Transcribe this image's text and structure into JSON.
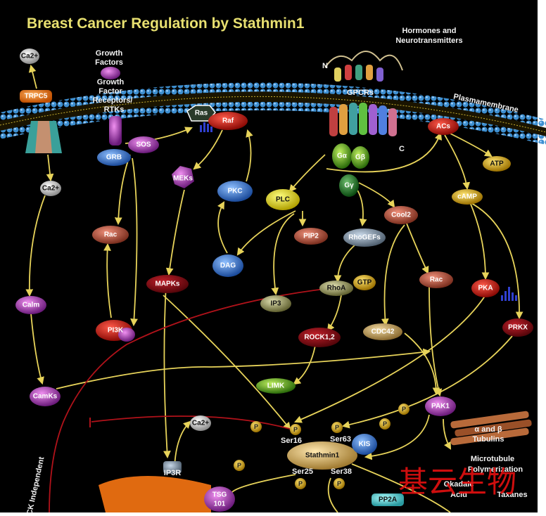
{
  "title": "Breast Cancer Regulation by Stathmin1",
  "labels": {
    "hormones": "Hormones and",
    "neurotransmitters": "Neurotransmitters",
    "growth_factors_1": "Growth",
    "growth_factors_2": "Factors",
    "gfr_1": "Growth",
    "gfr_2": "Factor",
    "gfr_3": "Receptors/",
    "gfr_4": "RTKs",
    "plasmamembrane": "Plasmamembrane",
    "gpcrs": "GPCRs",
    "n_term": "N",
    "c_term": "C",
    "rock_independent": "ROCK Independent",
    "tubulins_1": "α and β",
    "tubulins_2": "Tubulins",
    "microtubule_1": "Microtubule",
    "microtubule_2": "Polymerization",
    "okadaic_1": "Okadaic",
    "okadaic_2": "Acid",
    "taxanes": "Taxanes",
    "watermark": "基云生物"
  },
  "nodes": {
    "ca_top": "Ca2+",
    "trpc5": "TRPC5",
    "sos": "SOS",
    "grb": "GRB",
    "ras": "Ras",
    "raf": "Raf",
    "ca_mid": "Ca2+",
    "meks": "MEKs",
    "pkc": "PKC",
    "plc": "PLC",
    "g_alpha": "Gα",
    "g_beta": "Gβ",
    "g_gamma": "Gγ",
    "acs": "ACs",
    "atp": "ATP",
    "camp": "cAMP",
    "cool2": "Cool2",
    "rac_left": "Rac",
    "pip2": "PIP2",
    "rhogefs": "RhoGEFs",
    "dag": "DAG",
    "mapks": "MAPKs",
    "rhoa": "RhoA",
    "gtp": "GTP",
    "rac_right": "Rac",
    "pka": "PKA",
    "ip3": "IP3",
    "calm": "Calm",
    "pi3k": "PI3K",
    "rock": "ROCK1,2",
    "cdc42": "CDC42",
    "prkx": "PRKX",
    "limk": "LIMK",
    "camks": "CamKs",
    "pak1": "PAK1",
    "ca_low": "Ca2+",
    "p": "P",
    "ser16": "Ser16",
    "ser63": "Ser63",
    "kis": "KIS",
    "stathmin1": "Stathmin1",
    "ser25": "Ser25",
    "ser38": "Ser38",
    "ip3r": "IP3R",
    "tsg_1": "TSG",
    "tsg_2": "101",
    "pp2a": "PP2A"
  },
  "colors": {
    "background": "#000000",
    "edge": "#e7d35a",
    "inhibit": "#b0121a",
    "membrane_bead": "#3e8fd0",
    "title": "#e8e070",
    "watermark": "#e01010"
  }
}
